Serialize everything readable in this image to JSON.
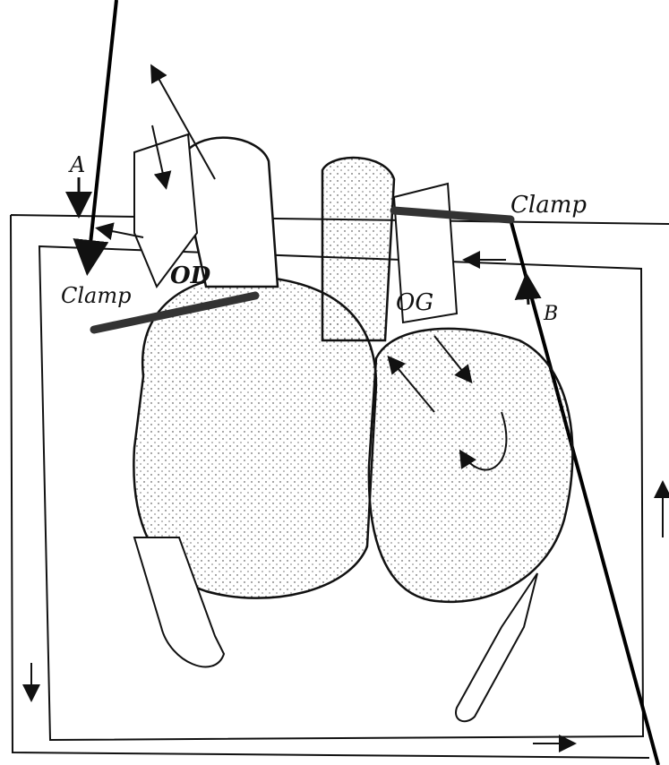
{
  "labels": {
    "clamp_left": "Clamp",
    "clamp_right": "Clamp",
    "marker_a": "A",
    "marker_b": "B",
    "chamber_od": "OD",
    "chamber_og": "OG"
  },
  "icons": [
    "arrow-icon",
    "clamp-icon"
  ],
  "colors": {
    "ink": "#111111",
    "paper": "#ffffff"
  }
}
